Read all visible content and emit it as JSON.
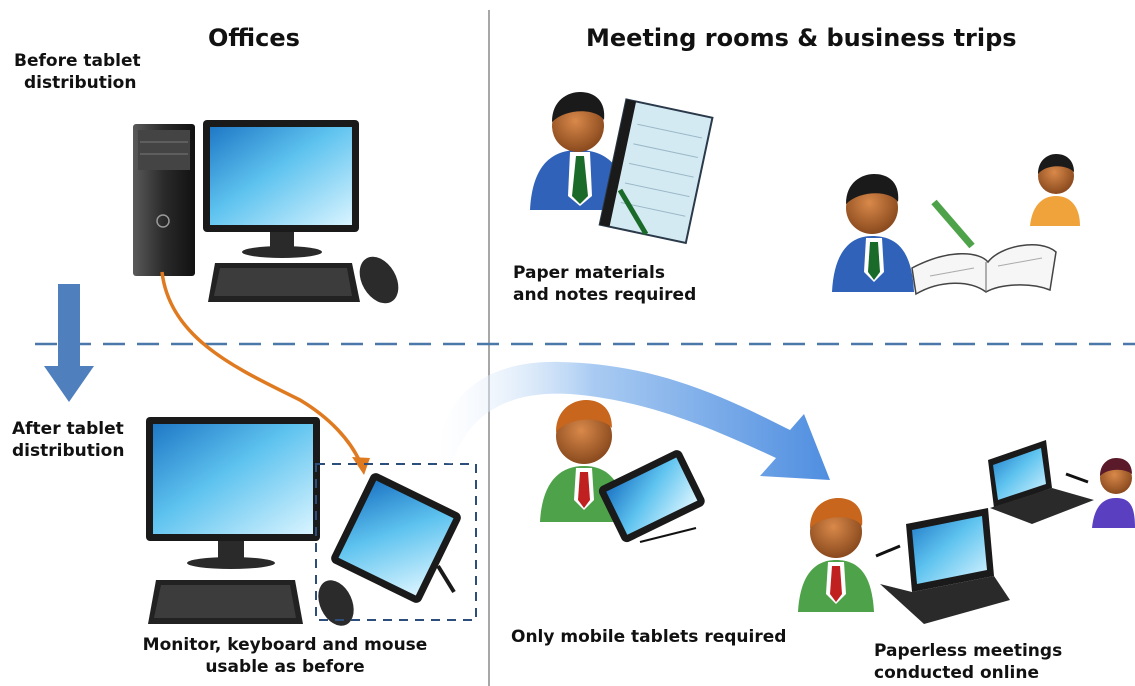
{
  "headers": {
    "offices": "Offices",
    "meeting": "Meeting rooms & business trips"
  },
  "labels": {
    "before_line1": "Before tablet",
    "before_line2": "distribution",
    "after_line1": "After tablet",
    "after_line2": "distribution",
    "paper_line1": "Paper materials",
    "paper_line2": "and notes required",
    "mobile": "Only mobile tablets required",
    "paperless_line1": "Paperless meetings",
    "paperless_line2": "conducted online",
    "peripherals_line1": "Monitor, keyboard and mouse",
    "peripherals_line2": "usable as before"
  },
  "colors": {
    "divider_dashed": "#4a78a8",
    "divider_vertical": "#8a8a8a",
    "down_arrow": "#4f7fbd",
    "cable": "#e07a20",
    "curve_arrow": "#6fa2e0",
    "blue_suit": "#2f62b8",
    "green_suit": "#4ea34a",
    "orange_shirt": "#f0a33a",
    "purple_shirt": "#5a3fc0",
    "screen": "#5ec3ef"
  }
}
